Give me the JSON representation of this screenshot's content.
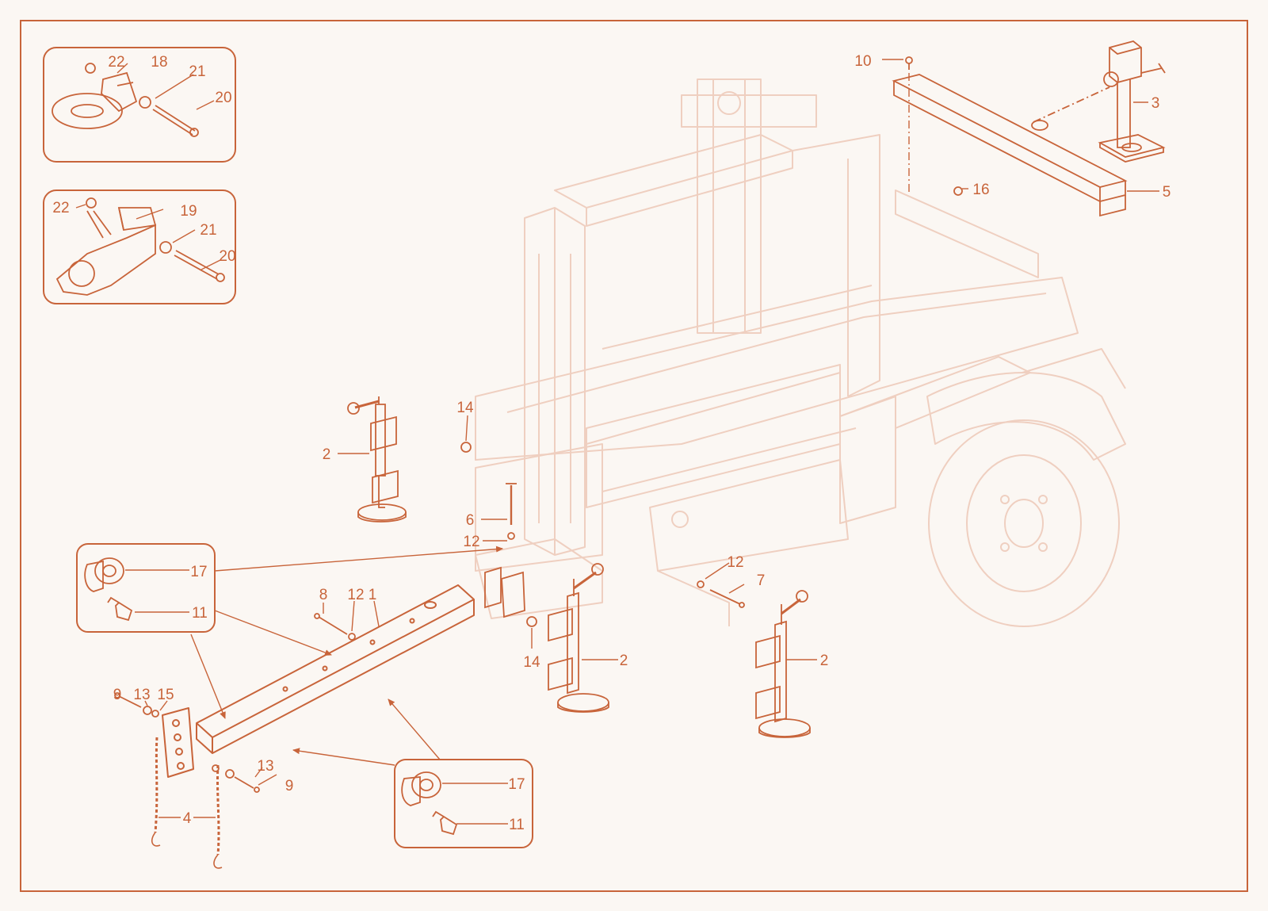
{
  "diagram": {
    "colors": {
      "background": "#fbf7f3",
      "accent": "#c8643a",
      "ghost": "#efcfc0"
    },
    "callouts": {
      "c1": "1",
      "c2a": "2",
      "c2b": "2",
      "c2c": "2",
      "c3": "3",
      "c4a": "4",
      "c5": "5",
      "c6": "6",
      "c7": "7",
      "c8": "8",
      "c9a": "9",
      "c9b": "9",
      "c10": "10",
      "c11a": "11",
      "c11b": "11",
      "c12a": "12",
      "c12b": "12",
      "c12c": "12",
      "c13a": "13",
      "c13b": "13",
      "c14a": "14",
      "c14b": "14",
      "c15": "15",
      "c16": "16",
      "c17a": "17",
      "c17b": "17",
      "c18": "18",
      "c19": "19",
      "c20a": "20",
      "c20b": "20",
      "c21a": "21",
      "c21b": "21",
      "c22a": "22",
      "c22b": "22"
    }
  }
}
